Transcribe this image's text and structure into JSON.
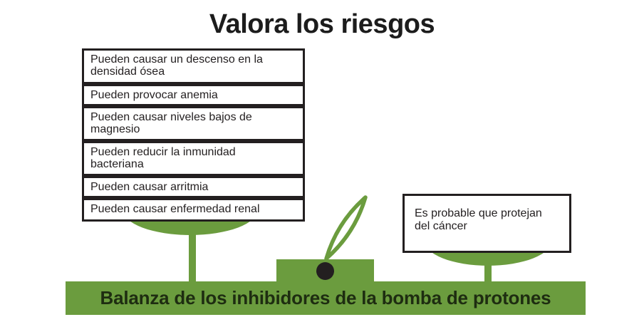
{
  "title": "Valora los riesgos",
  "risks": {
    "items": [
      {
        "label": "Pueden causar un descenso en la\ndensidad ósea"
      },
      {
        "label": "Pueden provocar anemia"
      },
      {
        "label": "Pueden causar niveles bajos de\nmagnesio"
      },
      {
        "label": "Pueden reducir la inmunidad\nbacteriana"
      },
      {
        "label": "Pueden causar arritmia"
      },
      {
        "label": "Pueden causar enfermedad renal"
      }
    ]
  },
  "benefit": {
    "label": "Es probable que protejan\ndel cáncer"
  },
  "scale": {
    "label": "Balanza de los inhibidores de la bomba de protones"
  },
  "colors": {
    "green": "#6b9c3e",
    "ink": "#231f20",
    "beam_text": "#1e2d11"
  }
}
